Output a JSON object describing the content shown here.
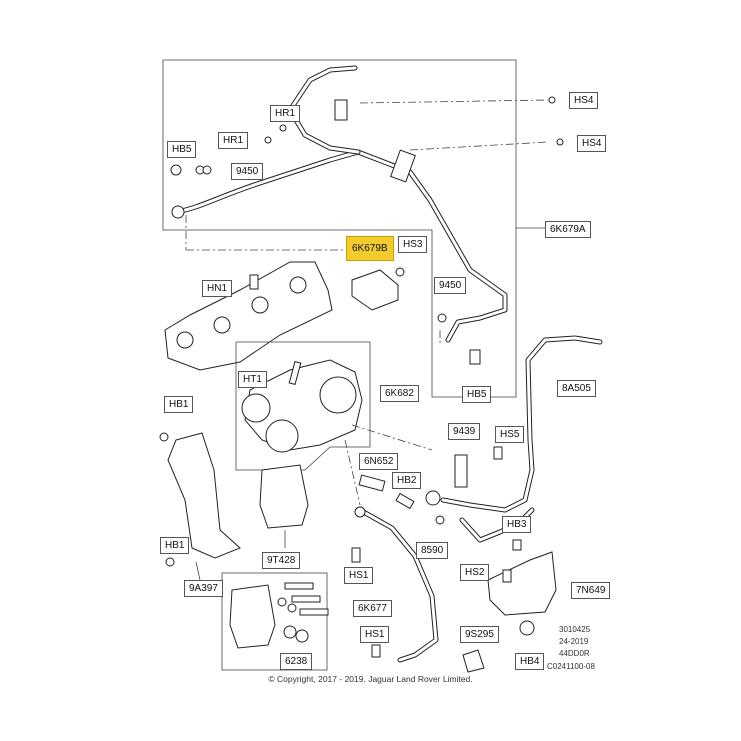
{
  "labels": {
    "hs4_top": "HS4",
    "hr1_upper": "HR1",
    "hr1_lower": "HR1",
    "hs4_mid": "HS4",
    "hb5_top": "HB5",
    "n9450_top": "9450",
    "n6k679a": "6K679A",
    "n6k679b": "6K679B",
    "hs3": "HS3",
    "hn1": "HN1",
    "n9450_mid": "9450",
    "ht1": "HT1",
    "n6k682": "6K682",
    "hb5_mid": "HB5",
    "n8a505": "8A505",
    "hb1_upper": "HB1",
    "n9439": "9439",
    "hs5": "HS5",
    "n6n652": "6N652",
    "hb2": "HB2",
    "hb3": "HB3",
    "hb1_lower": "HB1",
    "n8590": "8590",
    "n9t428": "9T428",
    "hs1_mid": "HS1",
    "hs2": "HS2",
    "n9a397": "9A397",
    "n7n649": "7N649",
    "n6k677": "6K677",
    "hs1_lower": "HS1",
    "n9s295": "9S295",
    "hb4": "HB4",
    "n6238": "6238"
  },
  "reference": [
    "3010425",
    "24-2019",
    "44DD0R",
    "C0241100-08"
  ],
  "copyright": "© Copyright, 2017 - 2019. Jaguar Land Rover Limited.",
  "colors": {
    "highlight": "#f2cc2c",
    "line": "#222222"
  }
}
